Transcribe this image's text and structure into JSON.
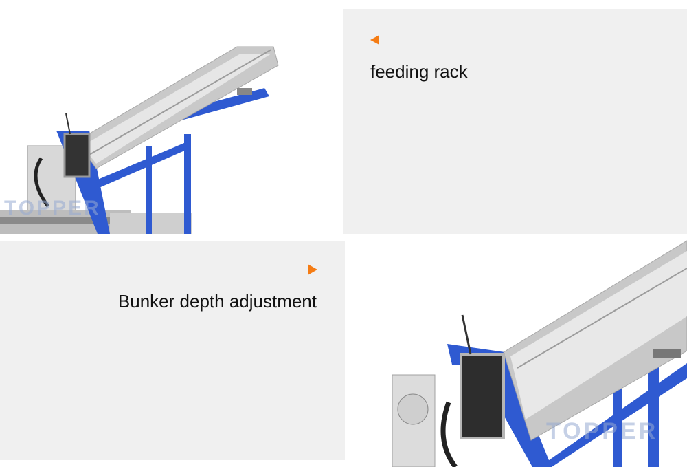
{
  "sections": [
    {
      "caption": "feeding rack"
    },
    {
      "caption": "Bunker depth adjustment"
    }
  ],
  "watermark": "TOPPER",
  "colors": {
    "accent": "#f57c14",
    "frame": "#2f5ad1",
    "panel": "#f0f0f0"
  },
  "icons": {
    "pointer_left": "triangle-left-icon",
    "pointer_right": "triangle-right-icon"
  }
}
